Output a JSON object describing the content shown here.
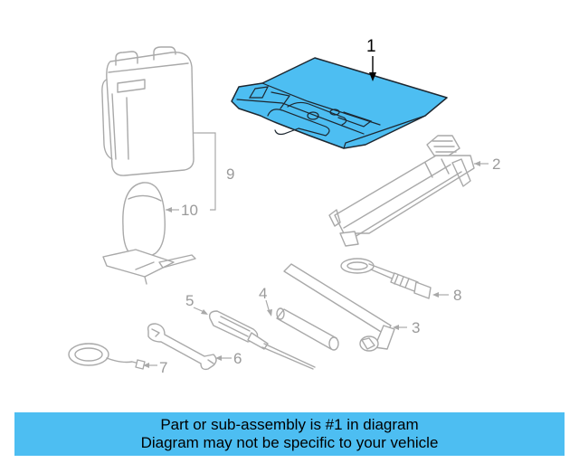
{
  "colors": {
    "highlight": "#4dbef2",
    "banner": "#4dbef2",
    "part_outline": "#a9a9a9",
    "callout_text": "#9a9a9a",
    "main_callout_text": "#000000"
  },
  "callouts": {
    "c1": "1",
    "c2": "2",
    "c3": "3",
    "c4": "4",
    "c5": "5",
    "c6": "6",
    "c7": "7",
    "c8": "8",
    "c9": "9",
    "c10": "10"
  },
  "parts": [
    {
      "callout": "1",
      "icon": "tool-tray-icon",
      "highlighted": true
    },
    {
      "callout": "2",
      "icon": "scissor-jack-icon",
      "highlighted": false
    },
    {
      "callout": "3",
      "icon": "lug-wrench-icon",
      "highlighted": false
    },
    {
      "callout": "4",
      "icon": "extension-bar-icon",
      "highlighted": false
    },
    {
      "callout": "5",
      "icon": "screwdriver-icon",
      "highlighted": false
    },
    {
      "callout": "6",
      "icon": "open-end-wrench-icon",
      "highlighted": false
    },
    {
      "callout": "7",
      "icon": "tow-hook-cable-icon",
      "highlighted": false
    },
    {
      "callout": "8",
      "icon": "eye-bolt-icon",
      "highlighted": false
    },
    {
      "callout": "9",
      "icon": "tool-bag-icon",
      "highlighted": false
    },
    {
      "callout": "10",
      "icon": "jack-bag-icon",
      "highlighted": false
    }
  ],
  "banner": {
    "line1": "Part or sub-assembly is #1 in diagram",
    "line2": "Diagram may not be specific to your vehicle"
  }
}
